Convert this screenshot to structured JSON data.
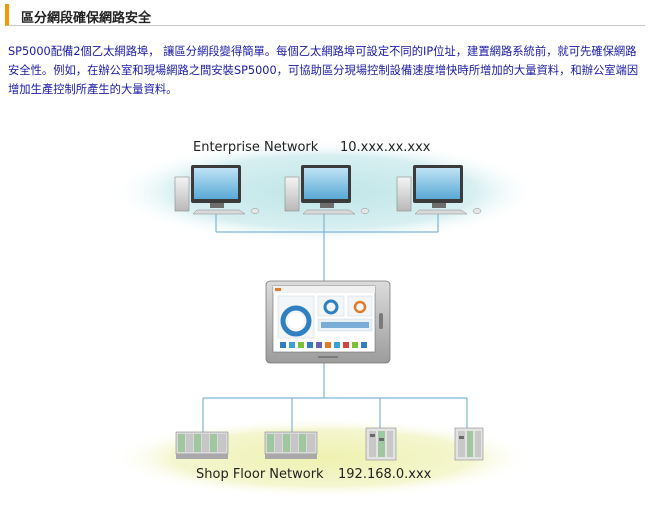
{
  "section": {
    "title": "區分網段確保網路安全",
    "description": "SP5000配備2個乙太網路埠， 讓區分網段變得簡單。每個乙太網路埠可設定不同的IP位址，建置網路系統前，就可先確保網路安全性。例如，在辦公室和現場網路之間安裝SP5000，可協助區分現場控制設備速度增快時所增加的大量資料，和辦公室端因增加生產控制所產生的大量資料。"
  },
  "diagram": {
    "enterprise": {
      "name": "Enterprise Network",
      "address": "10.xxx.xx.xxx"
    },
    "shopfloor": {
      "name": "Shop Floor Network",
      "address": "192.168.0.xxx"
    },
    "colors": {
      "enterprise_cloud": "#bfe5e8",
      "shop_cloud": "#eef2b0",
      "line": "#7fb6d6"
    },
    "icons": [
      "desktop-pc-icon",
      "hmi-panel-icon",
      "plc-rack-icon",
      "io-module-icon"
    ]
  }
}
